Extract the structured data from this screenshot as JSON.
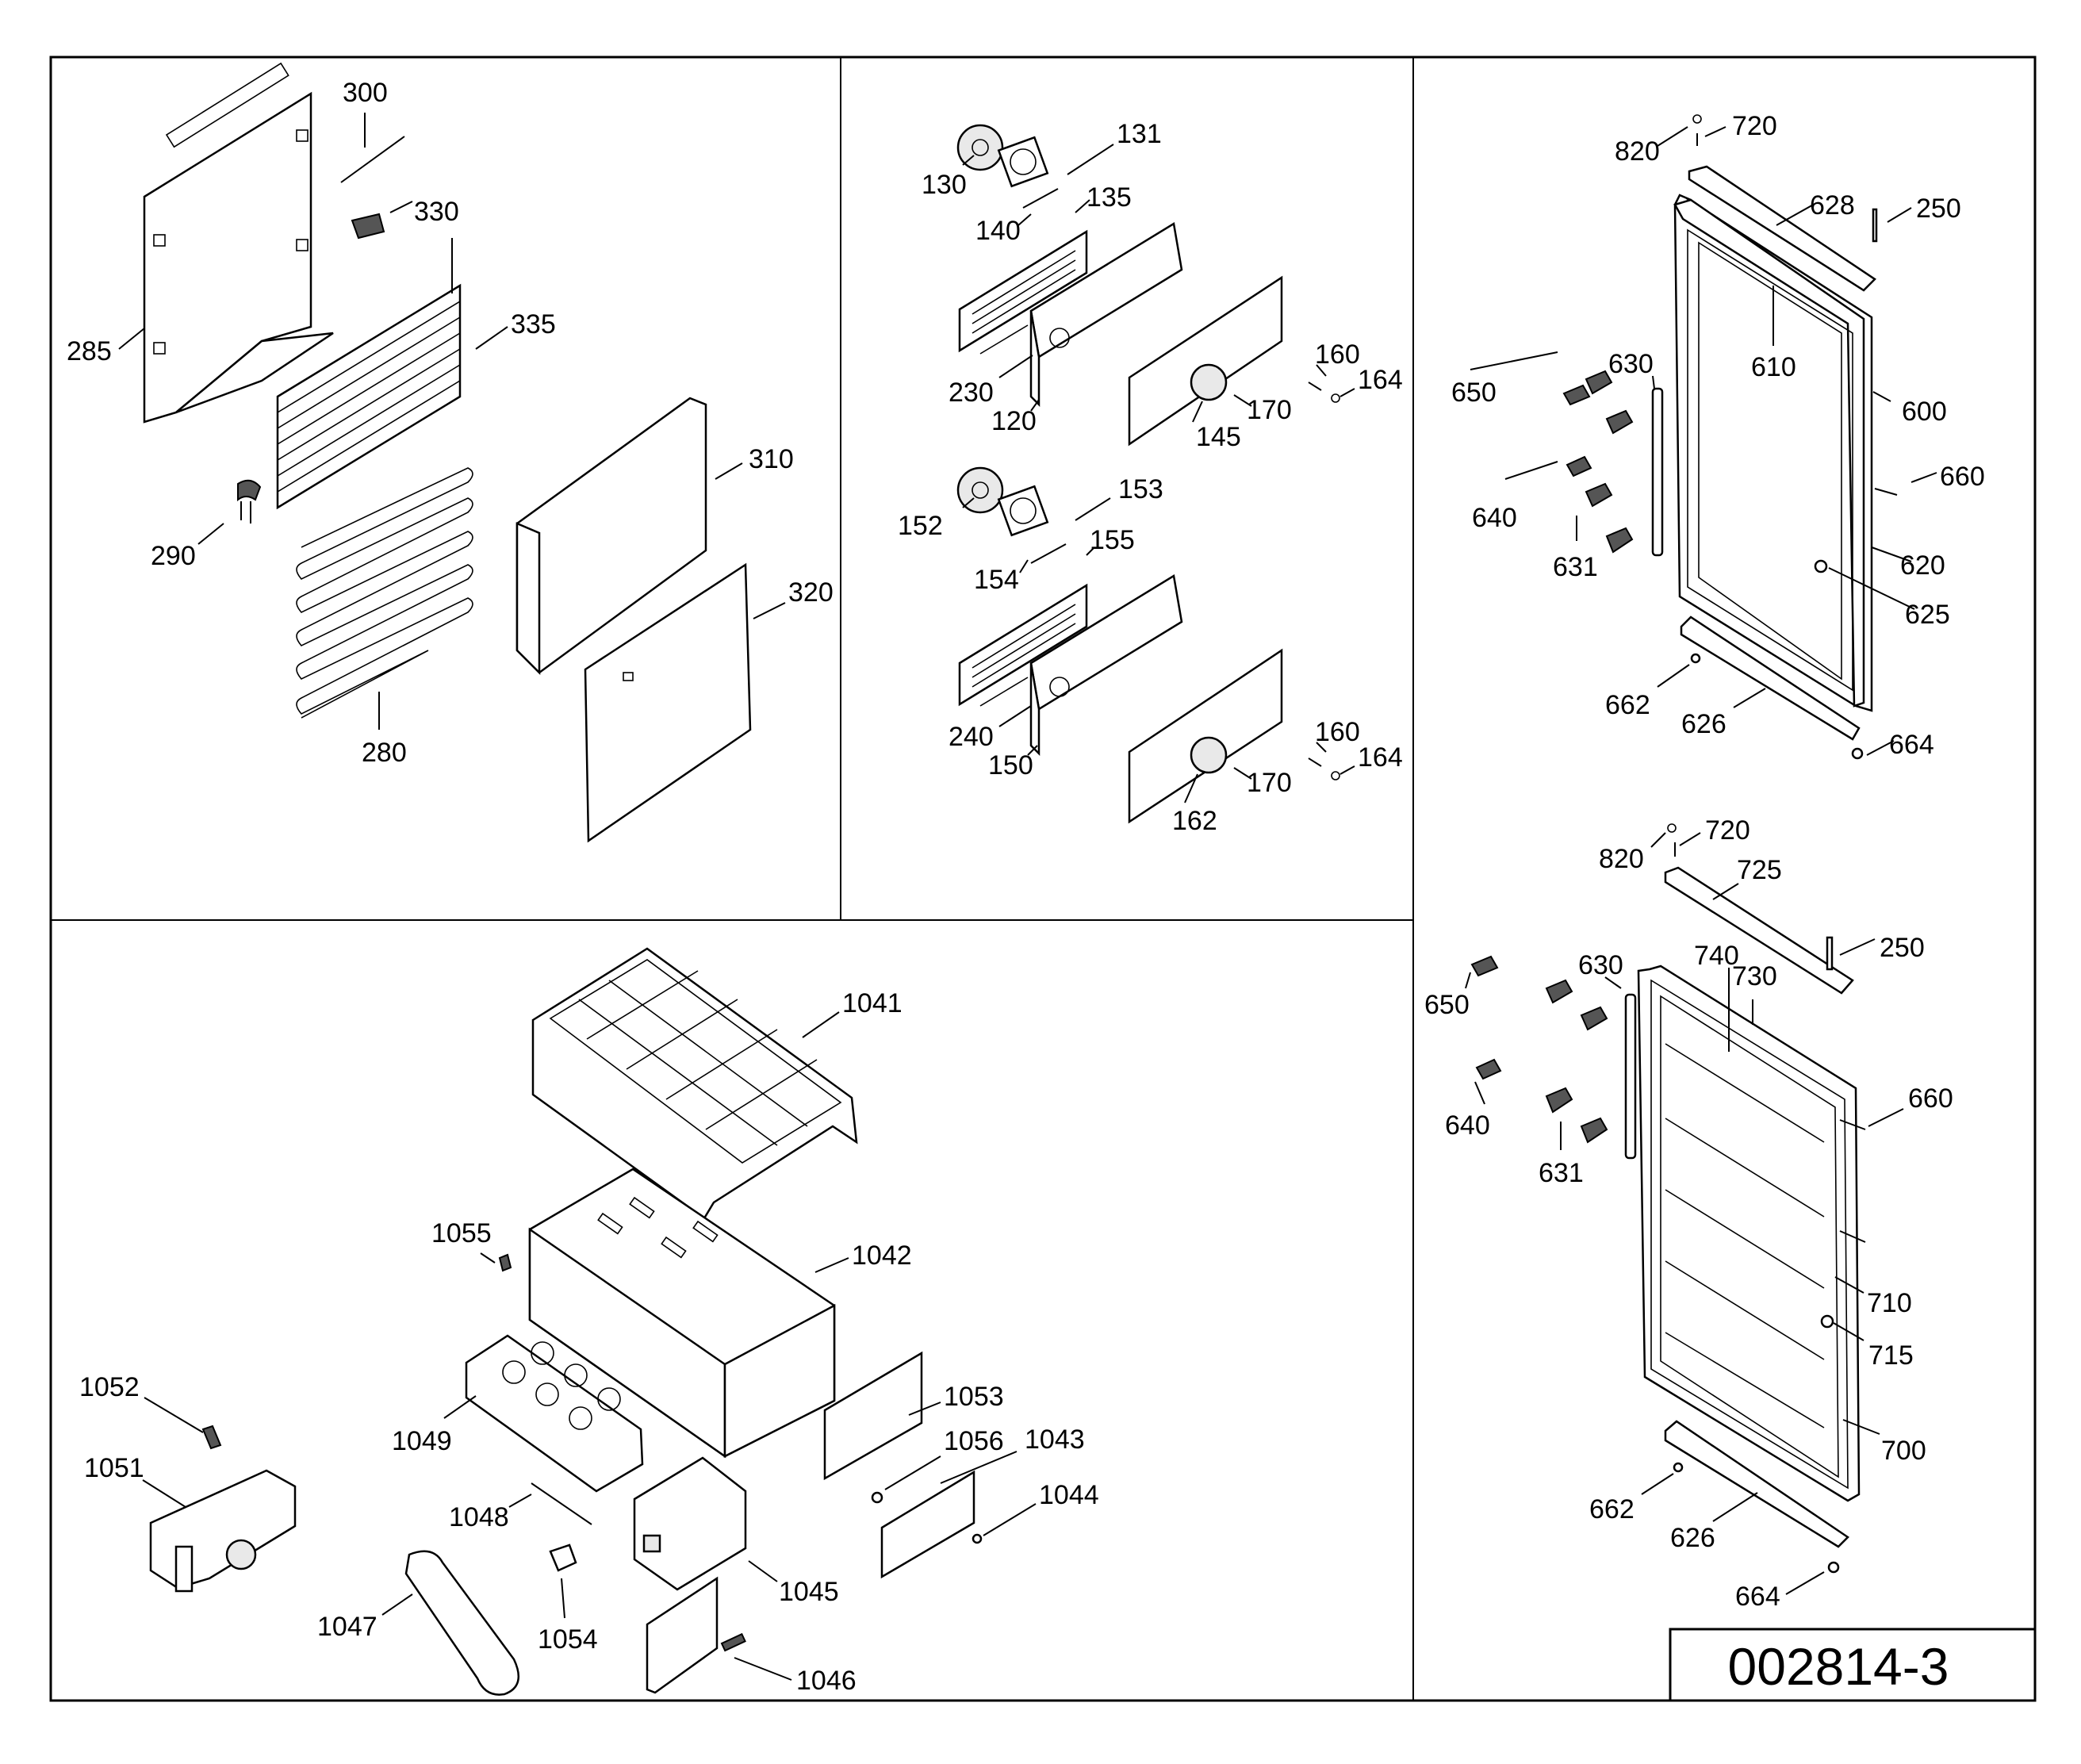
{
  "drawing_code": "002814-3",
  "callouts": {
    "p285": "285",
    "p300": "300",
    "p330": "330",
    "p335": "335",
    "p290": "290",
    "p310": "310",
    "p320": "320",
    "p280": "280",
    "p130": "130",
    "p131": "131",
    "p140": "140",
    "p135": "135",
    "p230": "230",
    "p120": "120",
    "p145": "145",
    "p170a": "170",
    "p160a": "160",
    "p164a": "164",
    "p152": "152",
    "p153": "153",
    "p154": "154",
    "p155": "155",
    "p240": "240",
    "p150": "150",
    "p162": "162",
    "p170b": "170",
    "p160b": "160",
    "p164b": "164",
    "t820": "820",
    "t720": "720",
    "t628": "628",
    "t250": "250",
    "t610": "610",
    "t650": "650",
    "t630": "630",
    "t600": "600",
    "t640": "640",
    "t660": "660",
    "t631": "631",
    "t620": "620",
    "t625": "625",
    "t662": "662",
    "t626": "626",
    "t664": "664",
    "b820": "820",
    "b720": "720",
    "b725": "725",
    "b250": "250",
    "b650": "650",
    "b630": "630",
    "b740": "740",
    "b730": "730",
    "b640": "640",
    "b660": "660",
    "b631": "631",
    "b710": "710",
    "b715": "715",
    "b700": "700",
    "b662": "662",
    "b626": "626",
    "b664": "664",
    "i1041": "1041",
    "i1055": "1055",
    "i1042": "1042",
    "i1052": "1052",
    "i1053": "1053",
    "i1051": "1051",
    "i1049": "1049",
    "i1056": "1056",
    "i1043": "1043",
    "i1048": "1048",
    "i1044": "1044",
    "i1045": "1045",
    "i1047": "1047",
    "i1054": "1054",
    "i1046": "1046"
  }
}
